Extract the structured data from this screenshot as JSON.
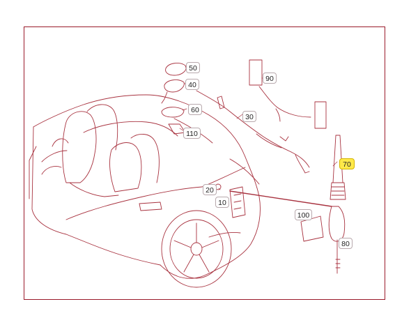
{
  "diagram": {
    "callouts": [
      {
        "id": "50",
        "label": "50"
      },
      {
        "id": "40",
        "label": "40"
      },
      {
        "id": "60",
        "label": "60"
      },
      {
        "id": "110",
        "label": "110"
      },
      {
        "id": "30",
        "label": "30"
      },
      {
        "id": "90",
        "label": "90"
      },
      {
        "id": "20",
        "label": "20"
      },
      {
        "id": "10",
        "label": "10"
      },
      {
        "id": "100",
        "label": "100"
      },
      {
        "id": "70",
        "label": "70",
        "highlighted": true
      },
      {
        "id": "80",
        "label": "80"
      }
    ],
    "colors": {
      "line": "#9a1a2a",
      "highlight": "#ffe94a",
      "frame": "#9a1a2a"
    }
  }
}
